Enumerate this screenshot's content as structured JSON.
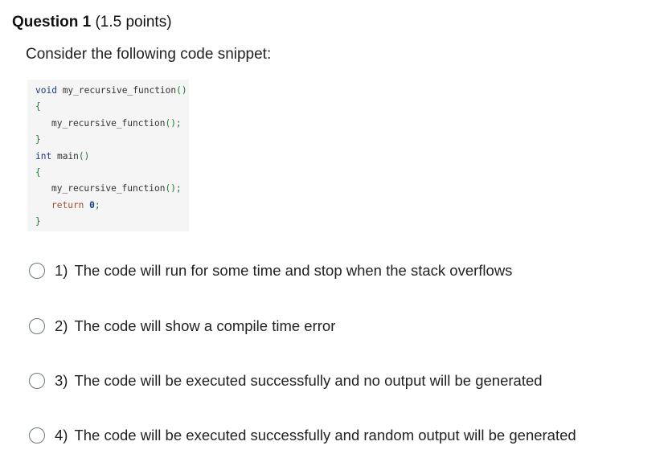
{
  "question": {
    "title": "Question 1",
    "points": "(1.5 points)",
    "prompt": "Consider the following code snippet:"
  },
  "code": {
    "line1_kw": "void",
    "line1_fn": " my_recursive_function",
    "line1_punct": "()",
    "line2": "{",
    "line3_fn": "my_recursive_function",
    "line3_punct": "();",
    "line4": "}",
    "line5_kw": "int",
    "line5_fn": " main",
    "line5_punct": "()",
    "line6": "{",
    "line7_fn": "my_recursive_function",
    "line7_punct": "();",
    "line8_ret": "return",
    "line8_num": " 0",
    "line8_punct": ";",
    "line9": "}"
  },
  "options": [
    {
      "number": "1)",
      "text": "The code will run for some time and stop when the stack overflows"
    },
    {
      "number": "2)",
      "text": "The code will show a compile time error"
    },
    {
      "number": "3)",
      "text": "The code will be executed successfully and no output will be generated"
    },
    {
      "number": "4)",
      "text": "The code will be executed successfully and random output will be generated"
    }
  ]
}
